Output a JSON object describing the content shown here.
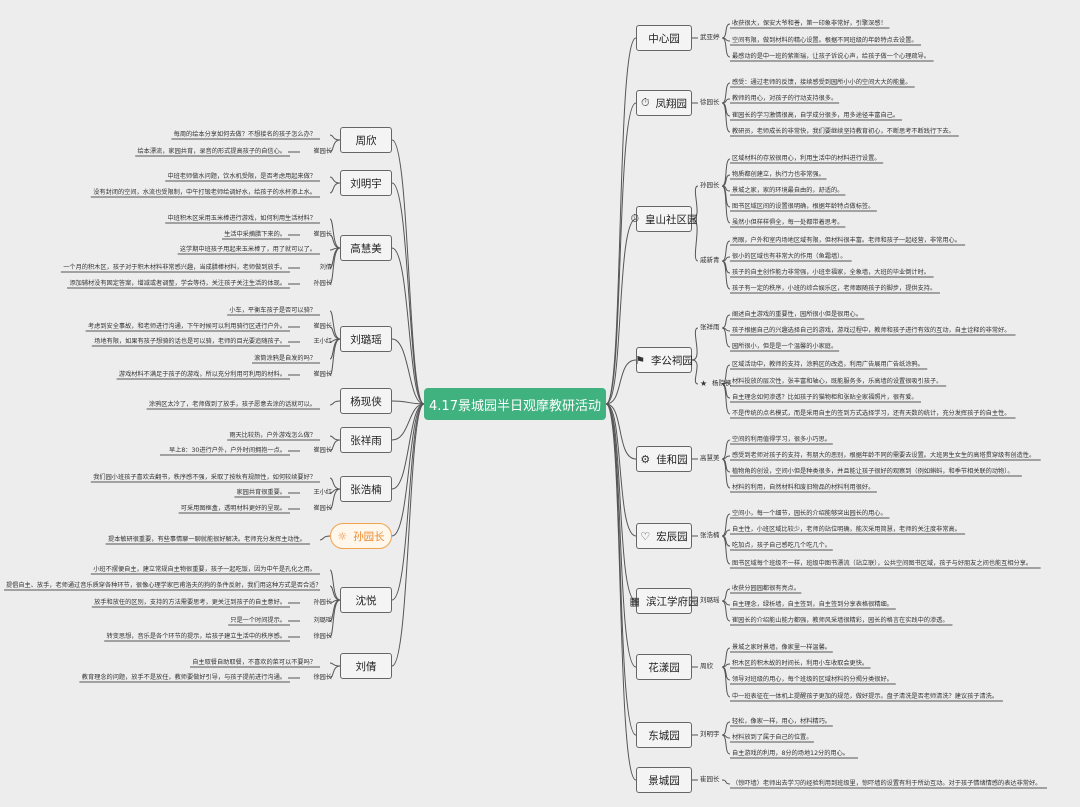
{
  "root": "4.17景城园半日观摩教研活动",
  "right": [
    {
      "title": "中心园",
      "icon": "",
      "groups": [
        {
          "name": "武亚婷",
          "items": [
            "收获很大，保安大爷和善，第一印象非常好，引擎深感！",
            "空间有限，做到材料的精心设置。根据不同班级的年龄特点去设置。",
            "最感动的是中一班的紫斯瑞，让孩子诉说心声，给孩子做一个心理疏导。"
          ]
        }
      ]
    },
    {
      "title": "凤翔园",
      "icon": "⏱",
      "groups": [
        {
          "name": "徐园长",
          "items": [
            "感受：通过老师的反馈，接续感受到园所小小的空间大大的能量。",
            "教师的用心，对孩子的行动支持很多。",
            "崔园长的学习激情很高，自学成分很多，用多途径丰富自己。",
            "教研员，老师成长的非常快，我们要继续坚持教育初心，不断思考不断践行下去。"
          ]
        }
      ]
    },
    {
      "title": "皇山社区园",
      "icon": "⏱",
      "groups": [
        {
          "name": "孙园长",
          "items": [
            "区域材料的存放很用心，利用生活中的材料进行设置。",
            "物质都创建立，执行力也非常强。",
            "景城之家，家的环境最自由的，舒适的。",
            "图书区域区间的设置很明确，根据年龄特点做标签。",
            "虽然小但样样俱全，每一处都带着思考。"
          ]
        },
        {
          "name": "戚新青",
          "items": [
            "亮眼，户外和室内场地区域有限，但材料很丰富。老师和孩子一起经营，非常用心。",
            "很小的区域也有非常大的作用（鱼霜墙）。",
            "孩子的自主创作能力非常强，小班幸福家，全象墙，大班的毕业倒计时。",
            "孩子有一定的秩序，小班的综合娱乐区，老师跟随孩子的脚步，提供支持。"
          ]
        }
      ]
    },
    {
      "title": "李公祠园",
      "icon": "⚑",
      "groups": [
        {
          "name": "张祥雨",
          "items": [
            "阐述自主游戏的重要性，园所很小但是很用心。",
            "孩子根据自己的兴趣选择自己的游戏，游戏过程中，教师和孩子进行有效的互动，自主诠释的非常好。",
            "园所很小，但是是一个温馨的小家庭。"
          ]
        },
        {
          "name": "杨院侠",
          "star": true,
          "items": [
            "区域活动中，教师的支持，涂鸦区的改造，利用广告展用广告纸涂鸦。",
            "材料投放的层次性，张丰富和轴心，既能服务多，乐高墙的设置很吸引孩子。",
            "自主理念如何渗透？比如孩子的猫物柜和张贴全家福照片，很有爱。",
            "不是传统的点名模式，而是采用自主的签到方式选择学习，还有天数的统计，充分发挥孩子的自主性。"
          ]
        }
      ]
    },
    {
      "title": "佳和园",
      "icon": "⚙",
      "groups": [
        {
          "name": "高慧美",
          "items": [
            "空间的利用值得学习，很多小巧思。",
            "感受到老师对孩子的支持，有朋大的恶别，根据年龄不同的需要去设置。大班男生女生的高塔贯穿级有创造性。",
            "植物角的创设，空间小但是种类很多，并且能让孩子很好的观察到（例如蝌蚪，和季节相关联的动物）。",
            "材料的利用，自然材料和废旧物品的材料利用很好。"
          ]
        }
      ]
    },
    {
      "title": "宏辰园",
      "icon": "♡",
      "groups": [
        {
          "name": "张浩楠",
          "items": [
            "空间小，每一个细节，园长的介绍能够突出园长的用心。",
            "自主性，小班区域比较少，老师的站位明确，能次采用简慧，老师的关注度非常高。",
            "吃加点，孩子自己感吃几个吃几个。",
            "图书区域每个班级不一样，班级中图书漂流（站立联），公共空间图书区域，孩子与好朋友之间也能互相分享。"
          ]
        }
      ]
    },
    {
      "title": "滨江学府园",
      "icon": "▦",
      "groups": [
        {
          "name": "刘璐瑶",
          "items": [
            "收获分园园都很有亮点。",
            "自主理念，绿析墙，自主签到，自主签到分享表格很精细。",
            "崔园长的介绍能山能力都强，教师风采墙很精彩，园长的格言在实践中的渗透。"
          ]
        }
      ]
    },
    {
      "title": "花漾园",
      "icon": "",
      "groups": [
        {
          "name": "周欣",
          "items": [
            "景城之家时景墙，像家里一样温馨。",
            "积木区的积木故的时间长，利用小车收取会更快。",
            "领导对班级的用心，每个班级的区域材料的分揭分类很好。",
            "中一班表征在一体机上提醒孩子更加的规范，做好提示。盘子清洗是否老师清洗？建议孩子清洗。"
          ]
        }
      ]
    },
    {
      "title": "东城园",
      "icon": "",
      "groups": [
        {
          "name": "刘明宇",
          "items": [
            "轻松，像家一样，用心，材料精巧。",
            "材料放到了属于自己的位置。",
            "自主游戏的利用，8分的场地12分的用心。"
          ]
        }
      ]
    },
    {
      "title": "景城园",
      "icon": "",
      "groups": [
        {
          "name": "崔园长",
          "items": [
            "（惊吓墙）老师出去学习的经验利用到班级里，惊吓墙的设置有利于所幼互动。对于孩子情绪情感的表达非常好。"
          ]
        }
      ]
    }
  ],
  "left": [
    {
      "title": "周欣",
      "items": [
        {
          "text": "每周的绘本分享如何去做？不想接名的孩子怎么办？"
        },
        {
          "text": "绘本漂流，家园共育，录音的形式提高孩子的自信心。",
          "by": "崔园长"
        }
      ]
    },
    {
      "title": "刘明宇",
      "items": [
        {
          "text": "中班老师做水问题，饮水机受限，是否考虑用起来做？"
        },
        {
          "text": "没有封闭的空间，水流也受限制，中午打锻老师给调好水，给孩子的水杯添上水。"
        }
      ]
    },
    {
      "title": "高慧美",
      "items": [
        {
          "text": "中班积木区采用玉米棒进行游戏，如何利用生活材料？"
        },
        {
          "text": "生活中采摘腊下来的。",
          "by": "崔园长"
        },
        {
          "text": "这学期中班孩子用起来玉米棒了，用了就可以了。"
        },
        {
          "text": "一个月的积木区，孩子对于积木材料非常感兴趣，当成腊棒材料，老师做到放手。",
          "by": "刘倩"
        },
        {
          "text": "添加辅材没有固定答案，增减或者调整，学会等待，关注孩子关注生活的体现。",
          "by": "孙园长"
        }
      ]
    },
    {
      "title": "刘璐瑶",
      "items": [
        {
          "text": "小车，平衡车孩子是否可以骑？"
        },
        {
          "text": "考虑到安全事故，和老师进行沟通，下午时候可以利用骑行区进行户外。",
          "by": "崔园长"
        },
        {
          "text": "场地有限，如果有孩子想骑的话也是可以骑，老师的目光要追随孩子。",
          "by": "王小红"
        },
        {
          "text": "滚筒涂鸦是自发的吗？"
        },
        {
          "text": "游戏材料不满足于孩子的游戏，所以充分利用可利用的材料。",
          "by": "崔园长"
        }
      ]
    },
    {
      "title": "杨现侠",
      "items": [
        {
          "text": "涂鸦区太冷了，老师做到了放手，孩子愿意去涂的话就可以。"
        }
      ]
    },
    {
      "title": "张祥雨",
      "items": [
        {
          "text": "雨天比较热，户外游戏怎么做？"
        },
        {
          "text": "早上8：30进行户外，户外时间拥抱一点。",
          "by": "崔园长"
        }
      ]
    },
    {
      "title": "张浩楠",
      "items": [
        {
          "text": "我们园小班孩子喜欢去翻书，秩序感不强，采取了按秋有规颜性，如何较续要好？"
        },
        {
          "text": "家园共育很重要。",
          "by": "王小红"
        },
        {
          "text": "可采用图框盒，透明材料更好的呈现。",
          "by": "崔园长"
        }
      ]
    },
    {
      "title": "孙园长",
      "accent": true,
      "items": [
        {
          "text": "提本敏研很重要，有些事情聊一聊就能很好解决。老师充分发挥主动性。"
        }
      ]
    },
    {
      "title": "沈悦",
      "items": [
        {
          "text": "小班不摆便自主，建立常规自主物很重要，孩子一起吃饭，因为中午是孔化之用。"
        },
        {
          "text": "提倡自主、放手，老师通过音乐质穿各种环节，很像心理学家巴甫洛夫的狗的条件反射，我们用这种方式是否合适？"
        },
        {
          "text": "放手和放任的区别，支持的方法需要思考，更关注到孩子的自主意好。",
          "by": "孙园长"
        },
        {
          "text": "只是一个时间提示。",
          "by": "刘璐瑶"
        },
        {
          "text": "转变思想，音乐是各个环节的提示，给孩子建立生活中的秩序感。",
          "by": "徐园长"
        }
      ]
    },
    {
      "title": "刘倩",
      "items": [
        {
          "text": "自主取餐自助取餐，不喜欢的菜可以不要吗？"
        },
        {
          "text": "教育理念的问题，放手不是放任，教师要做好引导，与孩子提前进行沟通。",
          "by": "徐园长"
        }
      ]
    }
  ]
}
